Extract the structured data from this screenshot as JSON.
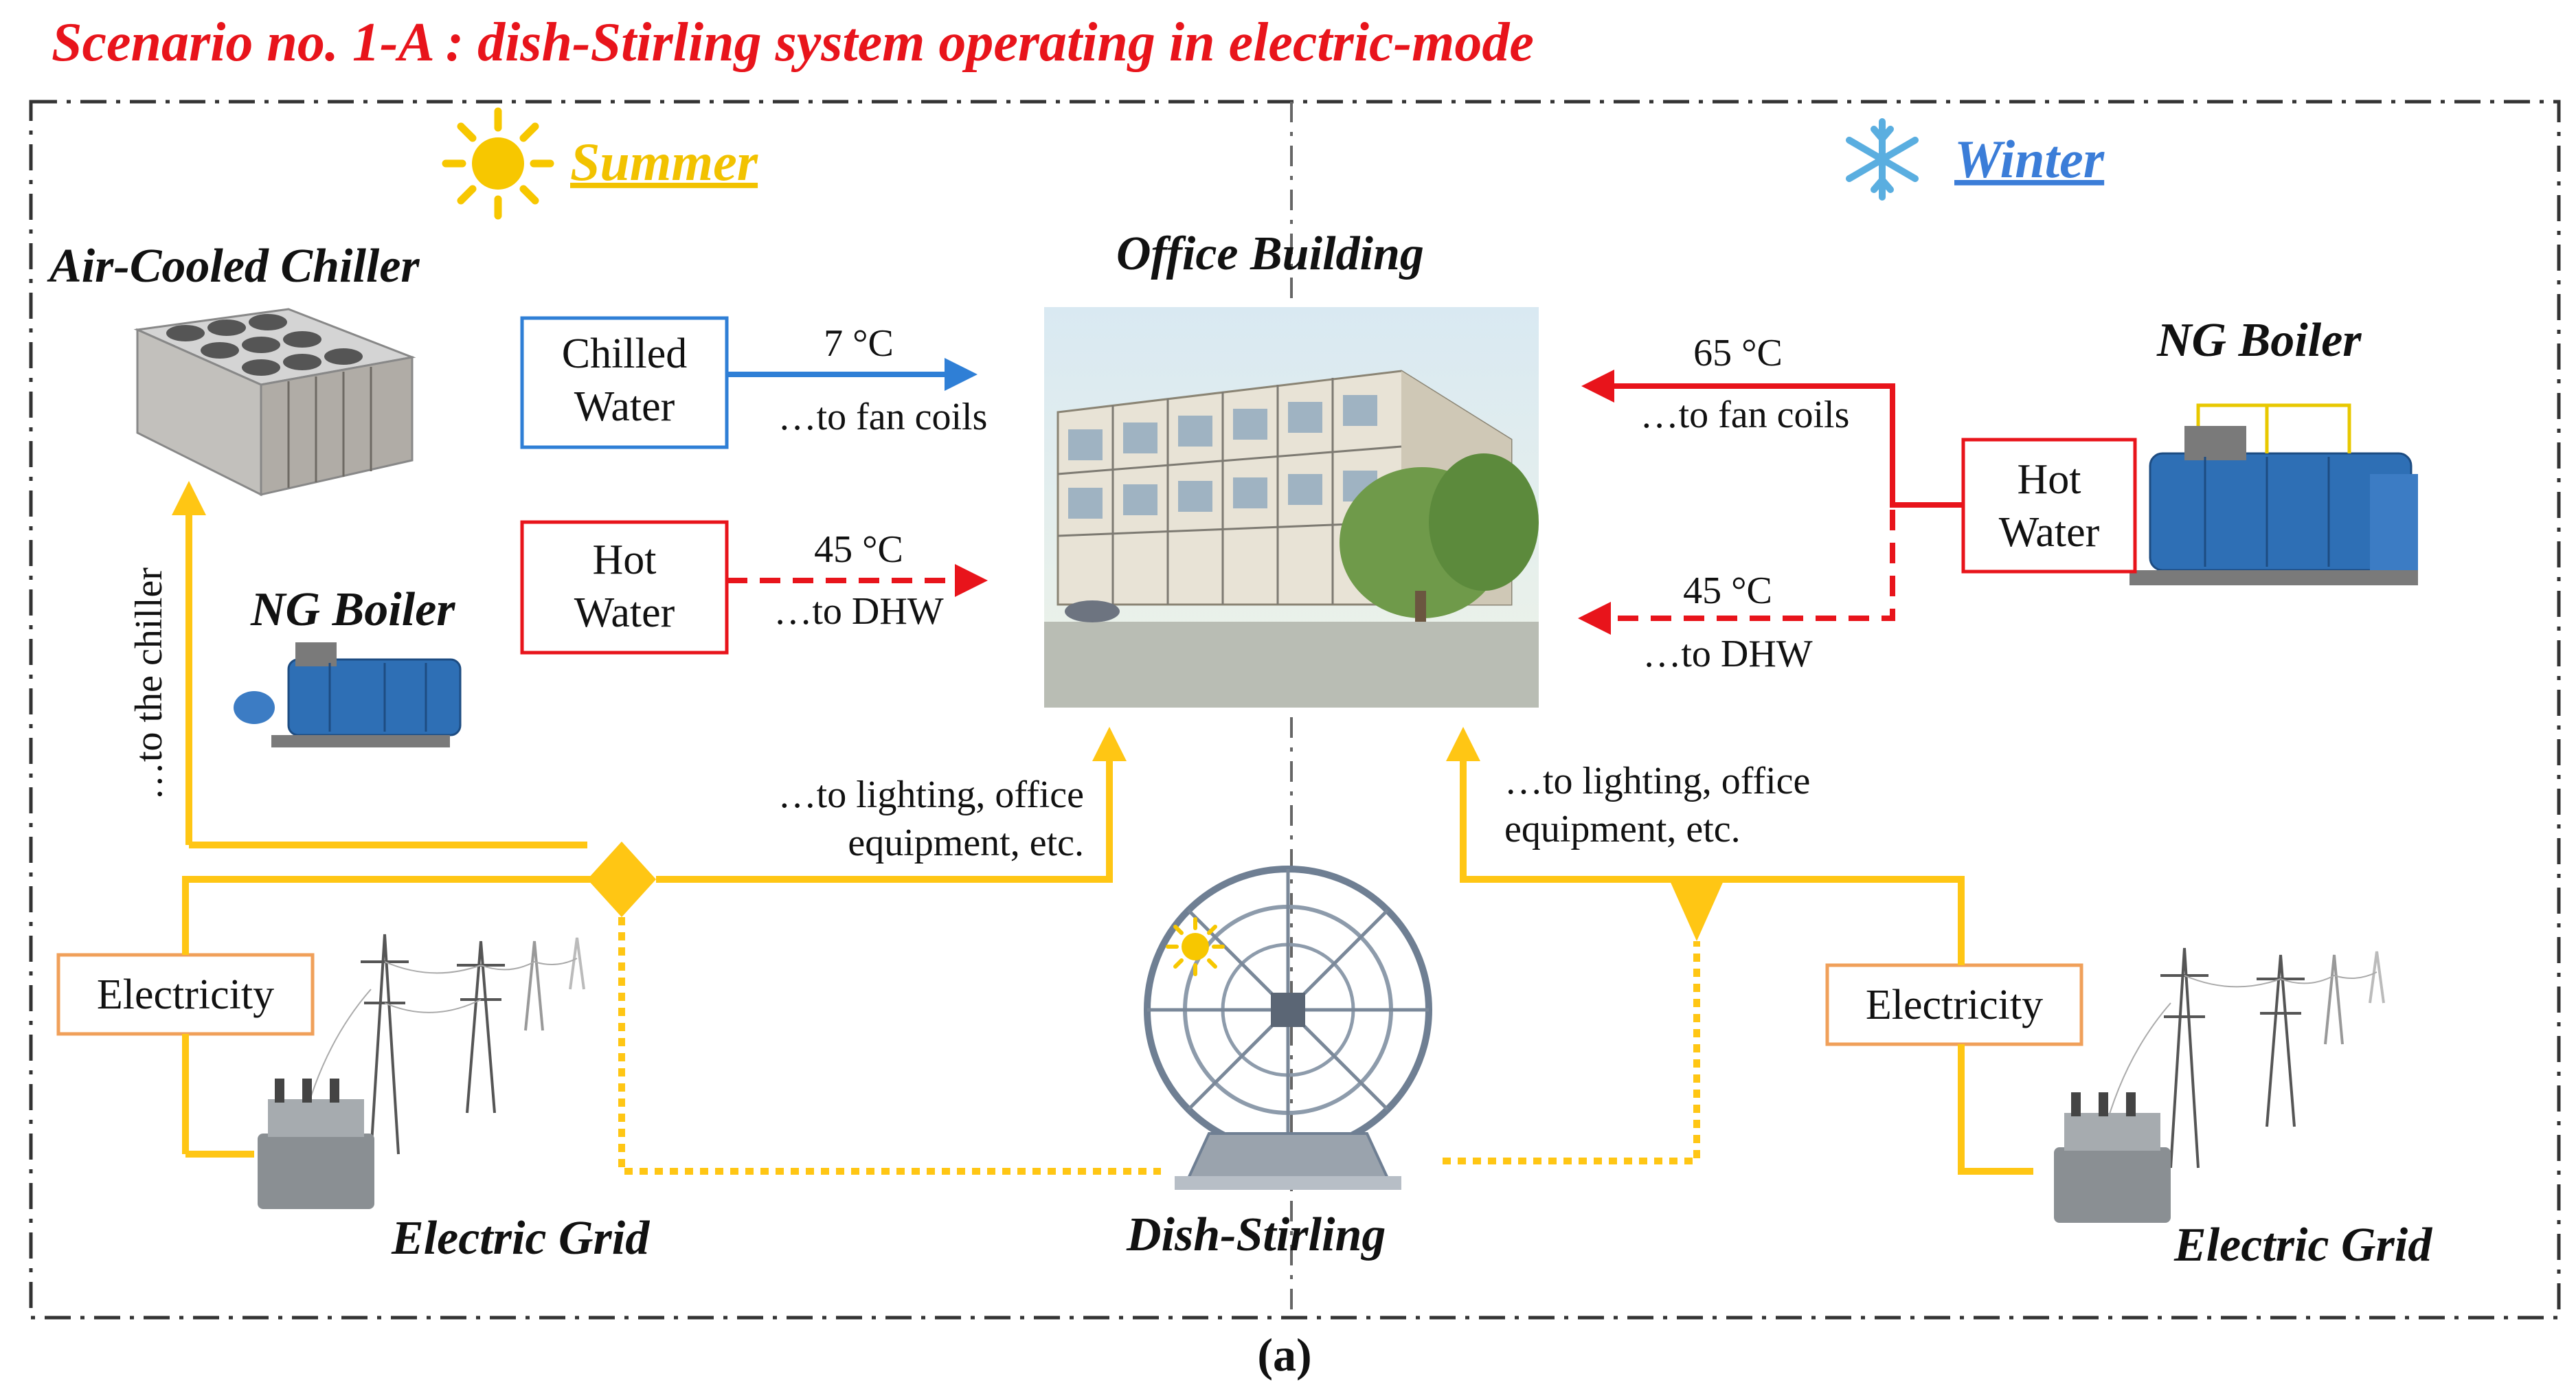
{
  "title": "Scenario no. 1-A : dish-Stirling system operating in electric-mode",
  "caption": "(a)",
  "seasons": {
    "summer": "Summer",
    "winter": "Winter"
  },
  "components": {
    "chiller": "Air-Cooled Chiller",
    "office": "Office Building",
    "boiler_summer": "NG Boiler",
    "boiler_winter": "NG Boiler",
    "grid_left": "Electric Grid",
    "grid_right": "Electric Grid",
    "dish": "Dish-Stirling"
  },
  "boxes": {
    "chilled_water": [
      "Chilled",
      "Water"
    ],
    "hot_water_summer": [
      "Hot",
      "Water"
    ],
    "hot_water_winter": [
      "Hot",
      "Water"
    ],
    "electricity_left": "Electricity",
    "electricity_right": "Electricity"
  },
  "flows": {
    "chilled_temp": "7 °C",
    "chilled_dest": "…to fan coils",
    "dhw_summer_temp": "45 °C",
    "dhw_summer_dest": "…to DHW",
    "winter_fan_temp": "65 °C",
    "winter_fan_dest": "…to fan coils",
    "winter_dhw_temp": "45 °C",
    "winter_dhw_dest": "…to DHW",
    "to_chiller": "…to the chiller",
    "lighting_left": [
      "…to lighting, office",
      "equipment, etc."
    ],
    "lighting_right": [
      "…to lighting, office",
      "equipment, etc."
    ]
  },
  "colors": {
    "title": "#e8141b",
    "summer": "#f2c200",
    "winter": "#3b7dd8",
    "electric": "#ffc614",
    "chilled": "#2f7fd6",
    "hot": "#e8141b",
    "electricity_box": "#f0a05a",
    "frame": "#333333"
  }
}
